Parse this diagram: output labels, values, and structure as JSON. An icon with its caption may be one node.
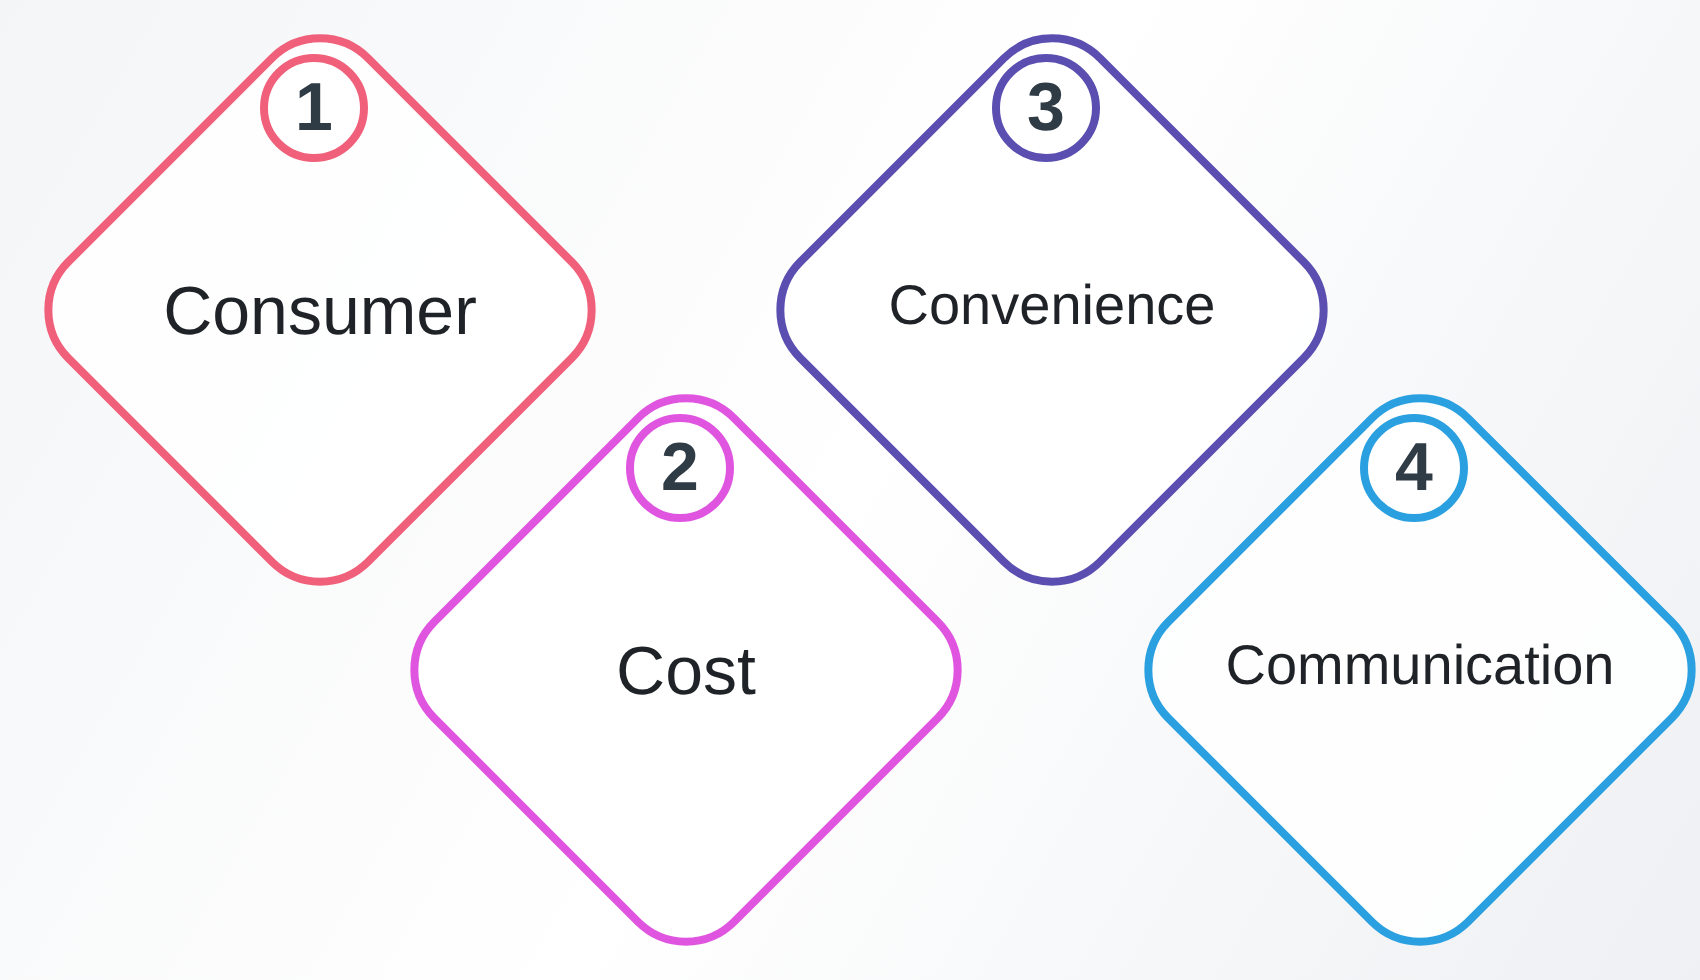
{
  "diagram": {
    "nodes": [
      {
        "text": [
          "Consumer"
        ]
      },
      {
        "text": [
          "1"
        ],
        "in": 0
      },
      {
        "text": [
          "Cost"
        ]
      },
      {
        "text": [
          "2"
        ],
        "in": 2
      },
      {
        "text": [
          "Convenience"
        ]
      },
      {
        "text": [
          "3"
        ],
        "in": 4
      },
      {
        "text": [
          "Communication"
        ]
      },
      {
        "text": [
          "4"
        ],
        "in": 6
      }
    ]
  }
}
